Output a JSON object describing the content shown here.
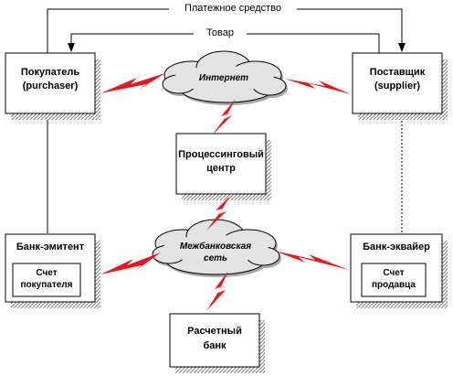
{
  "arrows": {
    "payment_label": "Платежное средство",
    "goods_label": "Товар"
  },
  "nodes": {
    "purchaser": {
      "line1": "Покупатель",
      "line2": "(purchaser)"
    },
    "supplier": {
      "line1": "Поставщик",
      "line2": "(supplier)"
    },
    "internet": {
      "label": "Интернет"
    },
    "processing_center": {
      "line1": "Процессинговый",
      "line2": "центр"
    },
    "interbank_network": {
      "line1": "Межбанковская",
      "line2": "сеть"
    },
    "issuer_bank": {
      "title": "Банк-эмитент",
      "account_line1": "Счет",
      "account_line2": "покупателя"
    },
    "acquirer_bank": {
      "title": "Банк-эквайер",
      "account_line1": "Счет",
      "account_line2": "продавца"
    },
    "settlement_bank": {
      "line1": "Расчетный",
      "line2": "банк"
    }
  },
  "colors": {
    "lightning": "#e8161b",
    "cloud_fill": "#e3e3e3",
    "shadow": "#9a9a9a",
    "stroke": "#000000"
  }
}
